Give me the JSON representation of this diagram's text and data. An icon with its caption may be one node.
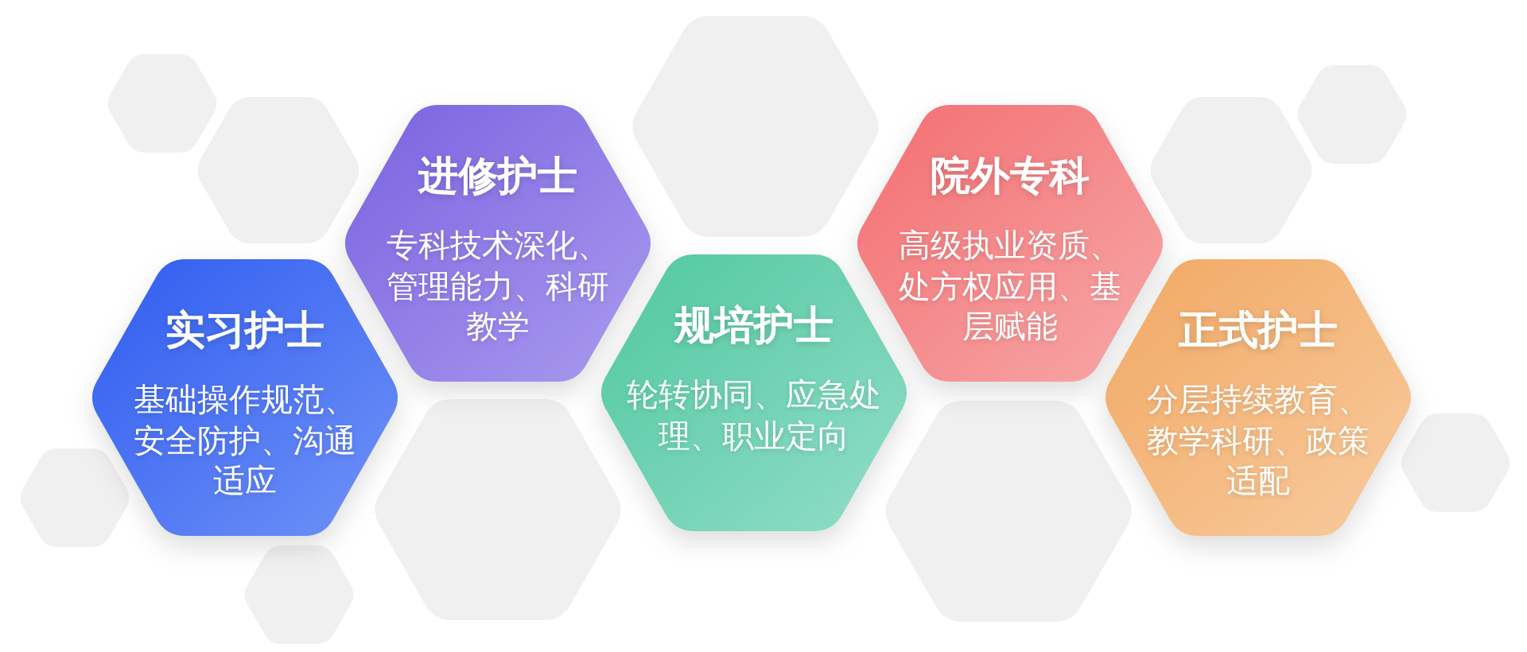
{
  "diagram": {
    "nodes": [
      {
        "text": [
          "实习护士",
          "基础操作规范、安全防护、沟通适应"
        ]
      },
      {
        "text": [
          "进修护士",
          "专科技术深化、管理能力、科研教学"
        ]
      },
      {
        "text": [
          "规培护士",
          "轮转协同、应急处理、职业定向"
        ]
      },
      {
        "text": [
          "院外专科",
          "高级执业资质、处方权应用、基层赋能"
        ]
      },
      {
        "text": [
          "正式护士",
          "分层持续教育、教学科研、政策适配"
        ]
      },
      {
        "text": [],
        "shape": "hexagon"
      },
      {
        "text": [],
        "shape": "hexagon"
      },
      {
        "text": [],
        "shape": "hexagon"
      },
      {
        "text": [],
        "shape": "hexagon"
      },
      {
        "text": [],
        "shape": "hexagon"
      },
      {
        "text": [],
        "shape": "hexagon"
      },
      {
        "text": [],
        "shape": "hexagon"
      },
      {
        "text": [],
        "shape": "hexagon"
      },
      {
        "text": [],
        "shape": "hexagon"
      },
      {
        "text": [],
        "shape": "hexagon"
      }
    ]
  }
}
